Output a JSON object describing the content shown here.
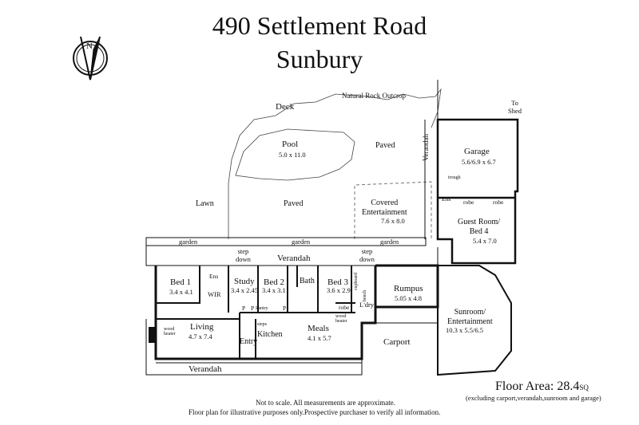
{
  "header": {
    "line1": "490 Settlement Road",
    "line2": "Sunbury"
  },
  "compass": {
    "letter": "N"
  },
  "exterior": {
    "deck": "Deck",
    "natural_rock": "Natural Rock Outcrop",
    "to_shed": "To\nShed",
    "pool": "Pool",
    "pool_dim": "5.0 x 11.0",
    "paved_1": "Paved",
    "paved_2": "Paved",
    "lawn": "Lawn",
    "garden_1": "garden",
    "garden_2": "garden",
    "garden_3": "garden",
    "step_down_1": "step\ndown",
    "step_down_2": "step\ndown",
    "verandah_vertical": "Verandah",
    "verandah_top": "Verandah",
    "verandah_bottom": "Verandah",
    "carport": "Carport"
  },
  "rooms": {
    "garage": "Garage",
    "garage_dim": "5.6/6.9 x 6.7",
    "trough": "trough",
    "covered_ent": "Covered\nEntertainment",
    "covered_ent_dim": "7.6 x 8.0",
    "ens_guest": "Ens",
    "robe_guest_1": "robe",
    "robe_guest_2": "robe",
    "guest_room": "Guest Room/\nBed 4",
    "guest_room_dim": "5.4 x 7.0",
    "bed1": "Bed 1",
    "bed1_dim": "3.4 x 4.1",
    "ens1": "Ens",
    "wir": "WIR",
    "study": "Study",
    "study_dim": "3.4 x 2.45",
    "bed2": "Bed 2",
    "bed2_dim": "3.4 x 3.1",
    "bath": "Bath",
    "bed3": "Bed 3",
    "bed3_dim": "3.6 x 2.9",
    "cupboard": "cupboard",
    "bench": "bench",
    "ldry": "L'dry",
    "rumpus": "Rumpus",
    "rumpus_dim": "5.05 x 4.8",
    "robe_bed3": "robe",
    "p1": "P",
    "p2": "P",
    "pantry": "Pantry",
    "p3": "P",
    "wood_heater_living": "wood\nheater",
    "wood_heater_meals": "wood\nheater",
    "living": "Living",
    "living_dim": "4.7 x 7.4",
    "kitchen": "Kitchen",
    "entry": "Entry",
    "steps": "steps",
    "meals": "Meals",
    "meals_dim": "4.1 x 5.7",
    "sunroom": "Sunroom/\nEntertainment",
    "sunroom_dim": "10.3 x 5.5/6.5"
  },
  "footer": {
    "floor_area": "Floor Area: 28.4",
    "floor_area_unit": "SQ",
    "floor_note": "(excluding carport,verandah,sunroom and garage)",
    "disclaimer_1": "Not to scale. All measurements are approximate.",
    "disclaimer_2": "Floor plan for illustrative purposes only.Prospective purchaser to verify all information."
  }
}
